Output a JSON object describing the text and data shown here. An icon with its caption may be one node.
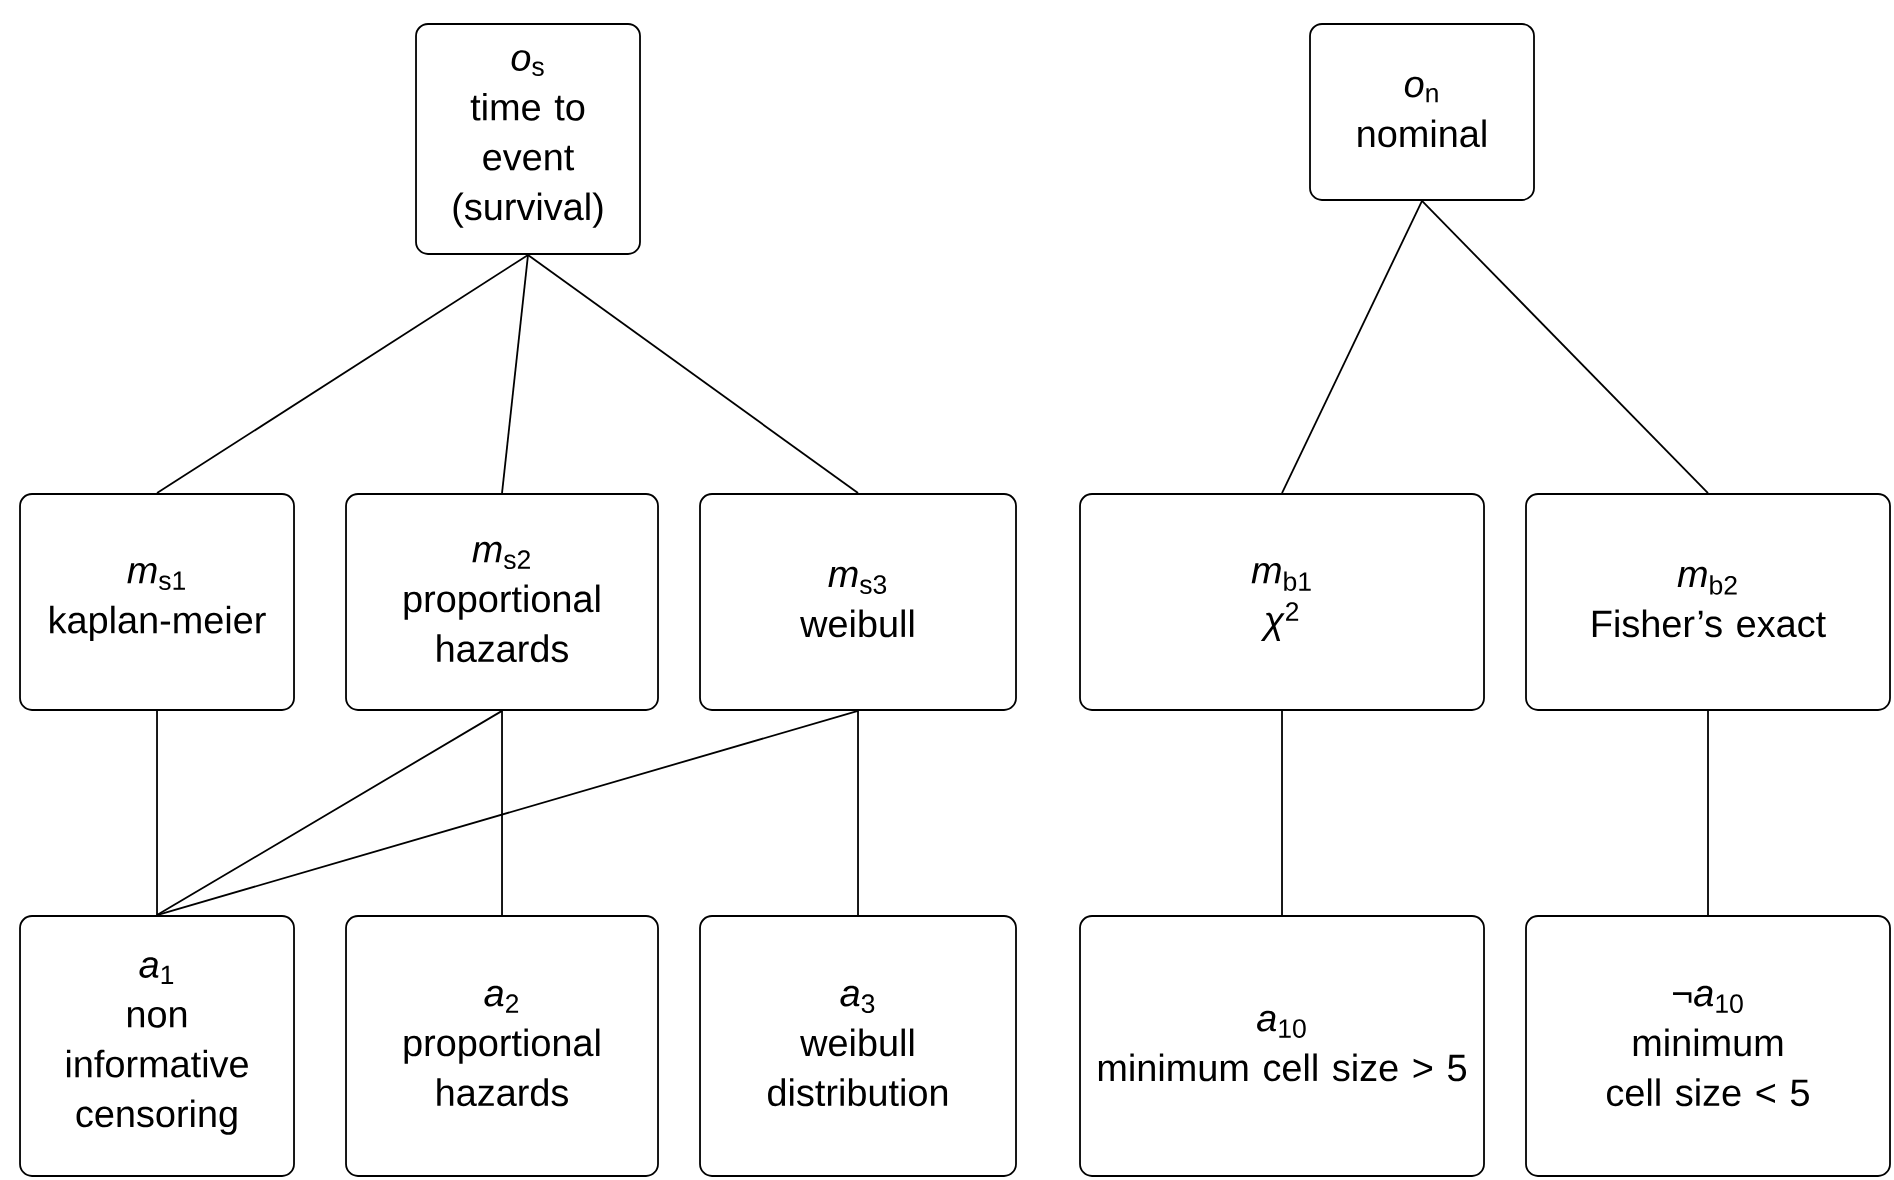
{
  "diagram": {
    "nodes": [
      {
        "text": [
          "*o*$_{s}$",
          "time to event (survival)"
        ]
      },
      {
        "text": [
          "*o*$_{n}$",
          "nominal"
        ]
      },
      {
        "text": [
          "*m*$_{s1}$",
          "kaplan-meier"
        ]
      },
      {
        "text": [
          "*m*$_{s2}$",
          "proportional hazards"
        ]
      },
      {
        "text": [
          "*m*$_{s3}$",
          "weibull"
        ]
      },
      {
        "text": [
          "*m*$_{b1}$",
          "*χ*$^{2}$"
        ]
      },
      {
        "text": [
          "*m*$_{b2}$",
          "Fisher’s exact"
        ]
      },
      {
        "text": [
          "*a*$_{1}$",
          "non informative censoring"
        ]
      },
      {
        "text": [
          "*a*$_{2}$",
          "proportional hazards"
        ]
      },
      {
        "text": [
          "*a*$_{3}$",
          "weibull distribution"
        ]
      },
      {
        "text": [
          "*a*$_{10}$",
          "minimum cell size > 5"
        ]
      },
      {
        "text": [
          "¬*a*$_{10}$",
          "minimum cell size < 5"
        ]
      }
    ],
    "edges": [
      {
        "from": 0,
        "to": 2,
        "arrow": "none"
      },
      {
        "from": 0,
        "to": 3,
        "arrow": "none"
      },
      {
        "from": 0,
        "to": 4,
        "arrow": "none"
      },
      {
        "from": 1,
        "to": 5,
        "arrow": "none"
      },
      {
        "from": 1,
        "to": 6,
        "arrow": "none"
      },
      {
        "from": 2,
        "to": 7,
        "arrow": "none"
      },
      {
        "from": 3,
        "to": 7,
        "arrow": "none"
      },
      {
        "from": 4,
        "to": 7,
        "arrow": "none"
      },
      {
        "from": 3,
        "to": 8,
        "arrow": "none"
      },
      {
        "from": 4,
        "to": 9,
        "arrow": "none"
      },
      {
        "from": 5,
        "to": 10,
        "arrow": "none"
      },
      {
        "from": 6,
        "to": 11,
        "arrow": "none"
      }
    ]
  }
}
